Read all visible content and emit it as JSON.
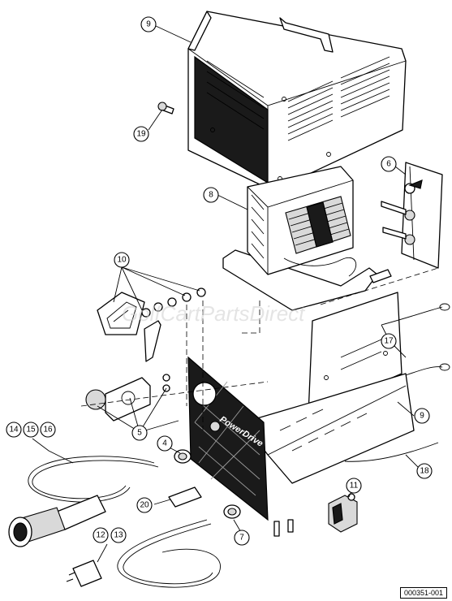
{
  "callouts": {
    "c9a": "9",
    "c19": "19",
    "c8": "8",
    "c6": "6",
    "c10": "10",
    "c17": "17",
    "c9b": "9",
    "c5": "5",
    "c4": "4",
    "c14": "14",
    "c15": "15",
    "c16": "16",
    "c20": "20",
    "c7": "7",
    "c11": "11",
    "c18": "18",
    "c12": "12",
    "c13": "13"
  },
  "watermark": "GolfCartPartsDirect",
  "brand_label": "PowerDrive",
  "reference_code": "000351-001"
}
